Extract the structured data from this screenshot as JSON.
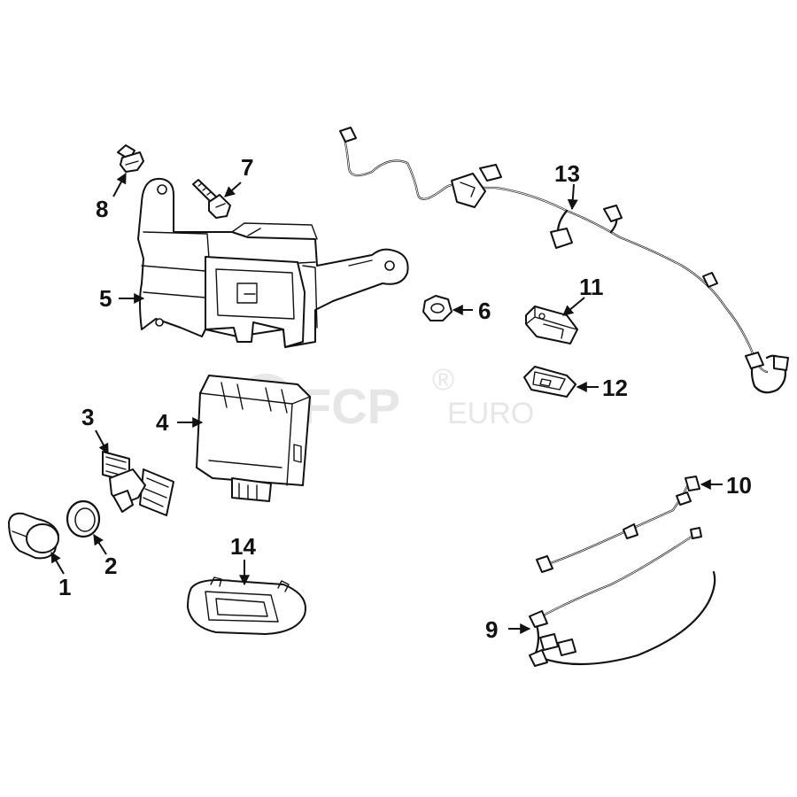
{
  "watermark": {
    "brand_main": "FCP",
    "brand_suffix": "EURO",
    "registered": "®"
  },
  "callouts": {
    "c1": "1",
    "c2": "2",
    "c3": "3",
    "c4": "4",
    "c5": "5",
    "c6": "6",
    "c7": "7",
    "c8": "8",
    "c9": "9",
    "c10": "10",
    "c11": "11",
    "c12": "12",
    "c13": "13",
    "c14": "14"
  }
}
